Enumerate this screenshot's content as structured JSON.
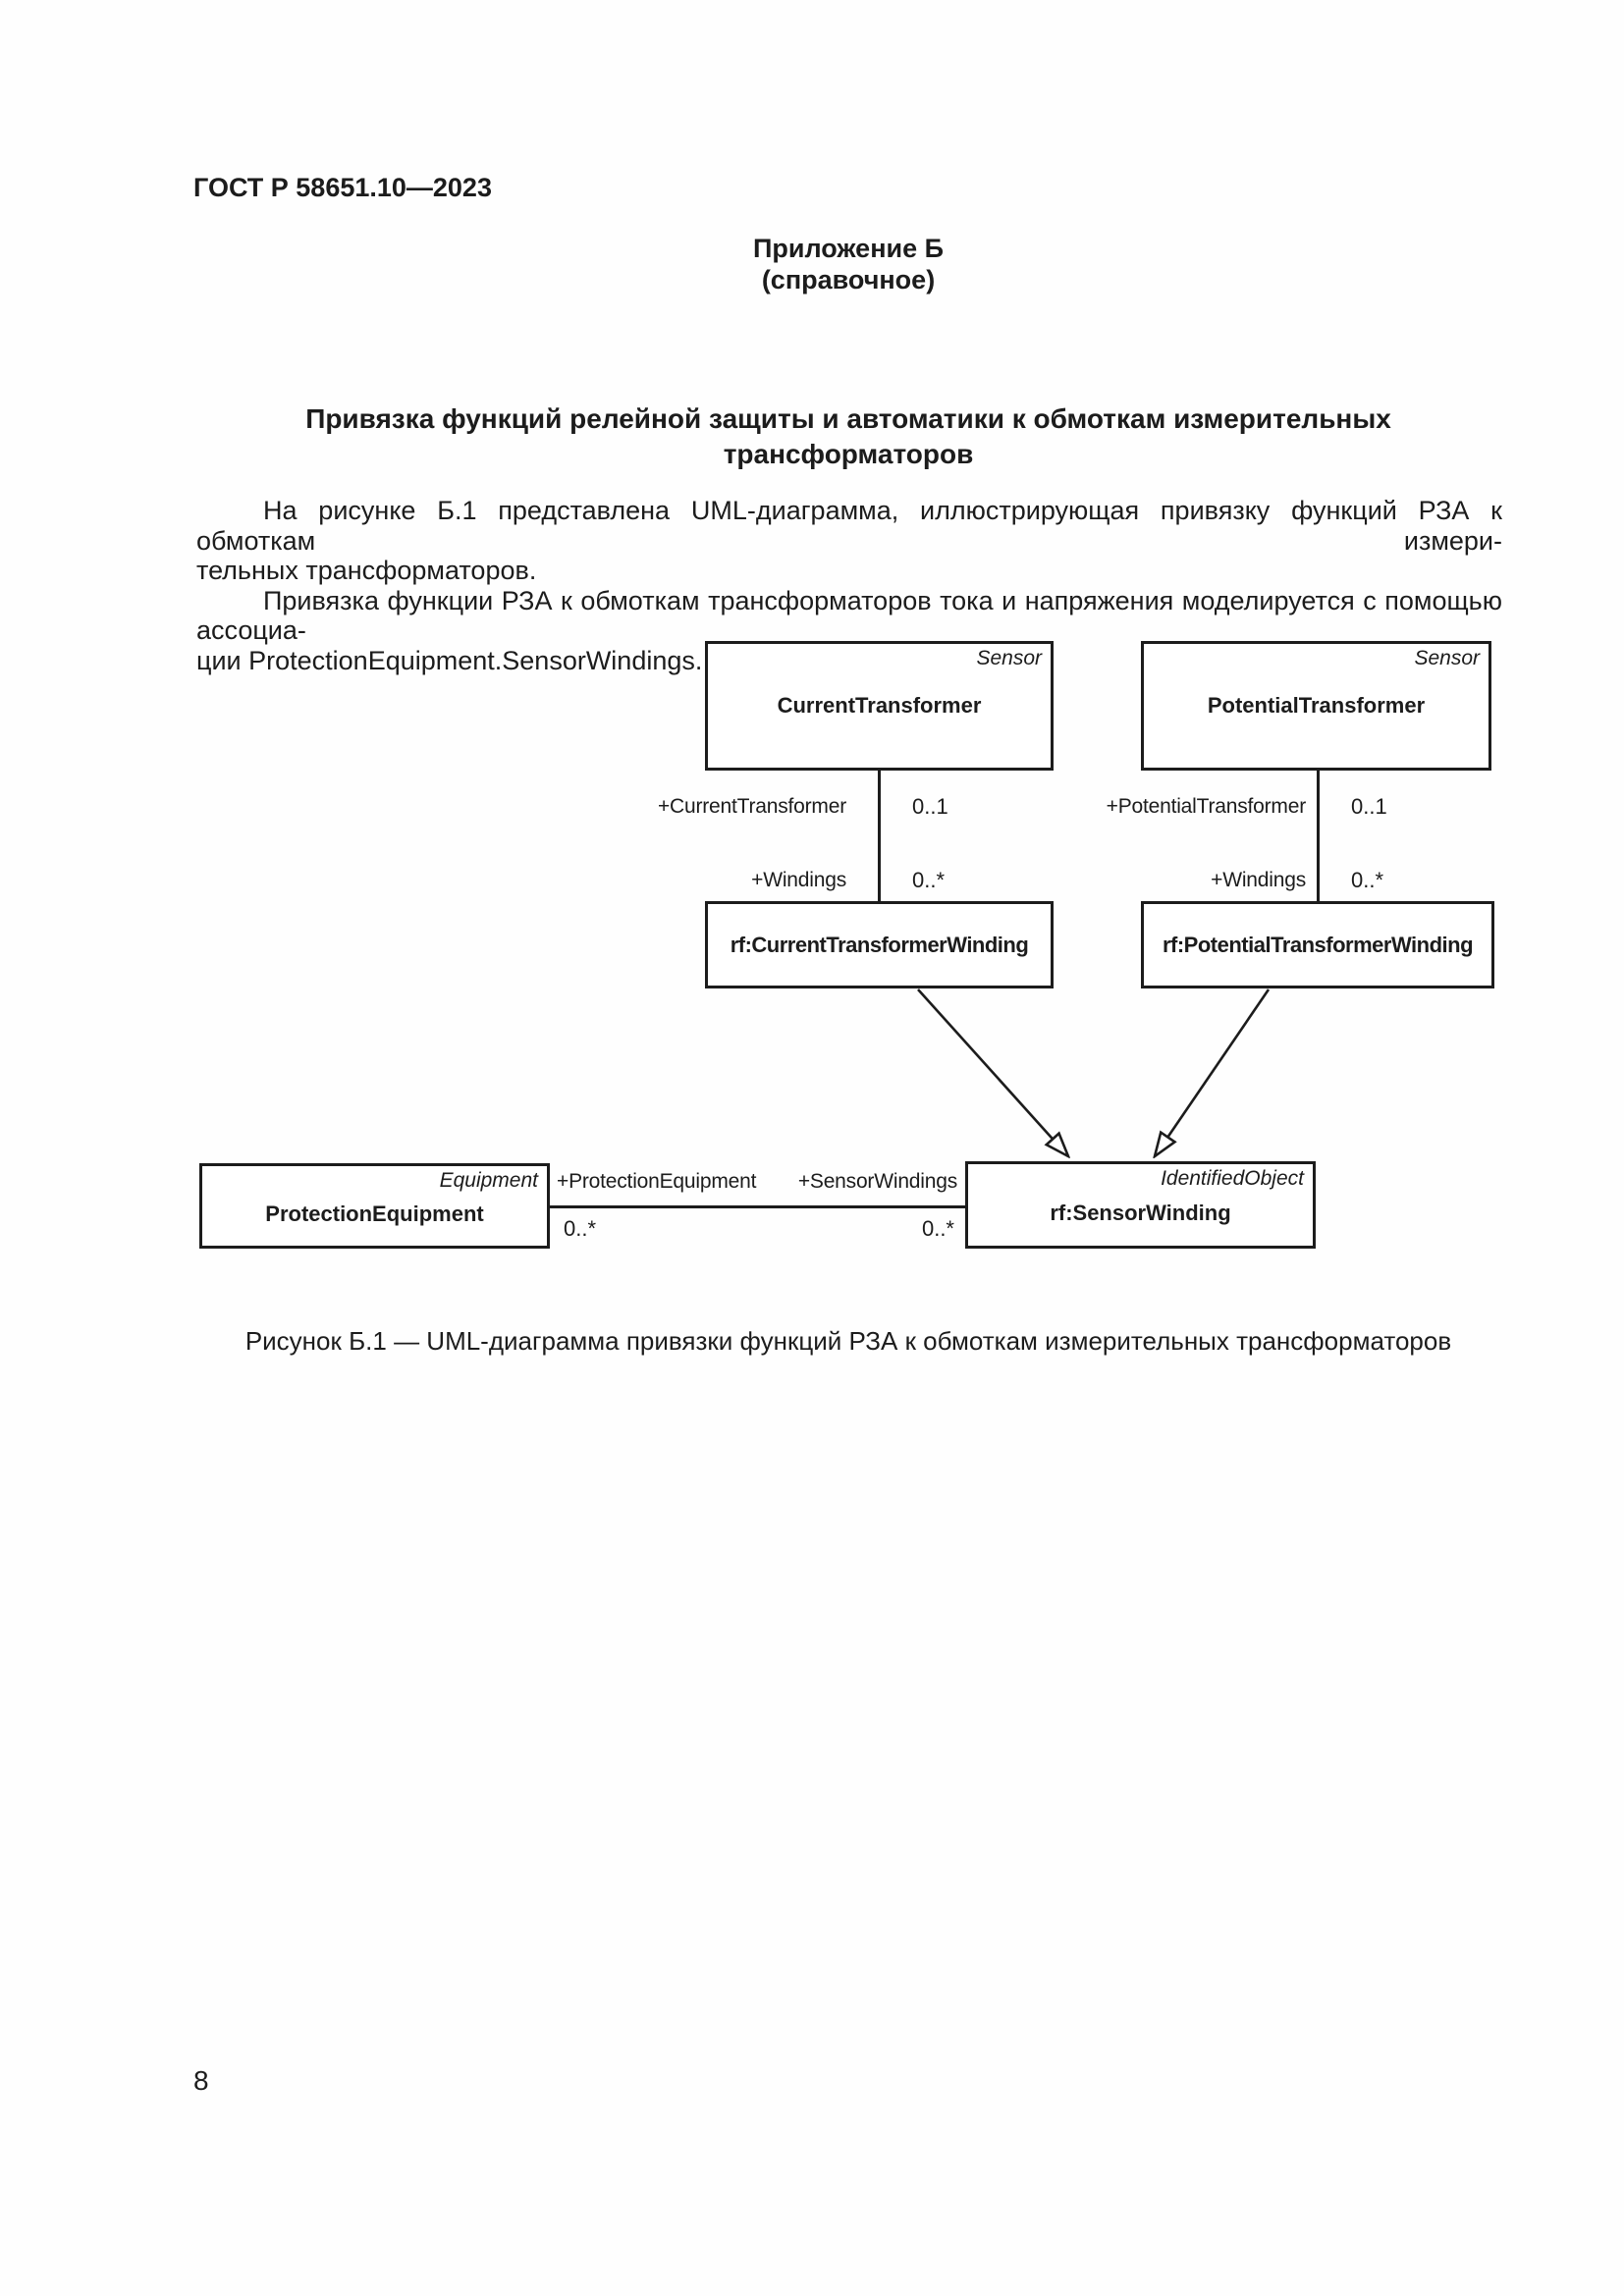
{
  "page": {
    "doc_number": "ГОСТ Р 58651.10—2023",
    "page_number": "8"
  },
  "appendix": {
    "title": "Приложение Б",
    "subtitle": "(справочное)"
  },
  "section": {
    "title_lines": [
      "Привязка функций релейной защиты и автоматики к обмоткам измерительных",
      "трансформаторов"
    ]
  },
  "body": {
    "lines": [
      "На рисунке Б.1 представлена UML-диаграмма, иллюстрирующая привязку функций РЗА к обмоткам измери-",
      "тельных трансформаторов.",
      "Привязка функции РЗА к обмоткам трансформаторов тока и напряжения моделируется с помощью ассоциа-",
      "ции ProtectionEquipment.SensorWindings."
    ]
  },
  "figure": {
    "caption": "Рисунок Б.1 — UML-диаграмма привязки функций РЗА к обмоткам измерительных трансформаторов"
  },
  "diagram": {
    "current_transformer": {
      "stereotype": "Sensor",
      "name": "CurrentTransformer"
    },
    "potential_transformer": {
      "stereotype": "Sensor",
      "name": "PotentialTransformer"
    },
    "ct_winding": {
      "name": "rf:CurrentTransformerWinding"
    },
    "pt_winding": {
      "name": "rf:PotentialTransformerWinding"
    },
    "protection_equipment": {
      "stereotype": "Equipment",
      "name": "ProtectionEquipment"
    },
    "sensor_winding": {
      "stereotype": "IdentifiedObject",
      "name": "rf:SensorWinding"
    },
    "ct_assoc": {
      "role": "+CurrentTransformer",
      "mult": "0..1",
      "windings_role": "+Windings",
      "windings_mult": "0..*"
    },
    "pt_assoc": {
      "role": "+PotentialTransformer",
      "mult": "0..1",
      "windings_role": "+Windings",
      "windings_mult": "0..*"
    },
    "pe_assoc": {
      "left_role": "+ProtectionEquipment",
      "left_mult": "0..*",
      "right_role": "+SensorWindings",
      "right_mult": "0..*"
    }
  }
}
